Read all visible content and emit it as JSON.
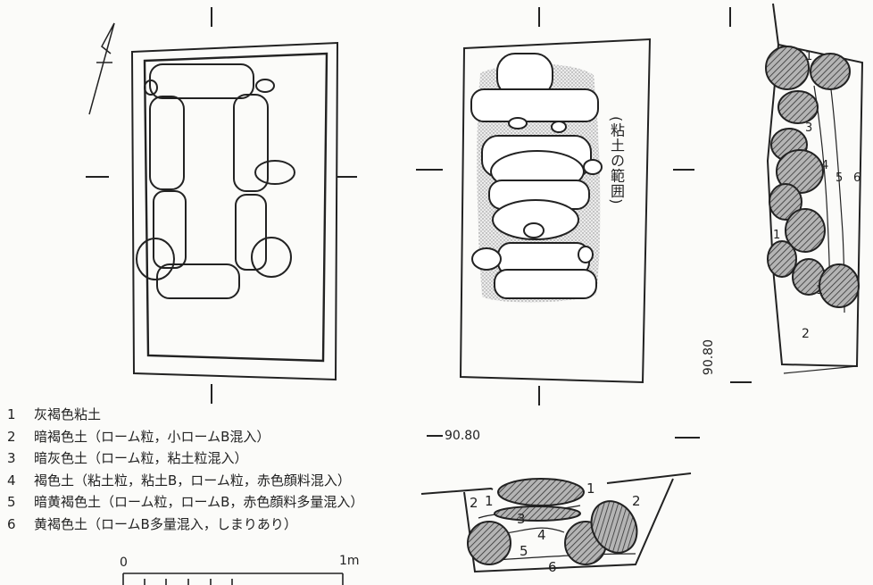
{
  "legend": [
    {
      "num": "1",
      "text": "灰褐色粘土"
    },
    {
      "num": "2",
      "text": "暗褐色土（ローム粒，小ロームB混入）"
    },
    {
      "num": "3",
      "text": "暗灰色土（ローム粒，粘土粒混入）"
    },
    {
      "num": "4",
      "text": "褐色土（粘土粒，粘土B，ローム粒，赤色顔料混入）"
    },
    {
      "num": "5",
      "text": "暗黄褐色土（ローム粒，ロームB，赤色顔料多量混入）"
    },
    {
      "num": "6",
      "text": "黄褐色土（ロームB多量混入，しまりあり）"
    }
  ],
  "clay_range_label": "(粘土の範囲)",
  "scale": {
    "start_label": "0",
    "end_label": "1m"
  },
  "elevation_horizontal": "90.80",
  "elevation_vertical": "90.80",
  "section_bottom_labels": {
    "l1": "1",
    "l2": "2",
    "l3": "3",
    "l4": "4",
    "l5": "5",
    "l6": "6",
    "r1": "1",
    "r2": "2"
  },
  "section_side_labels": {
    "s1a": "1",
    "s1b": "1",
    "s1c": "1",
    "s2": "2",
    "s3": "3",
    "s4": "4",
    "s5": "5",
    "s6": "6"
  },
  "colors": {
    "ink": "#222222",
    "hatch_fill": "#9a9a9a",
    "clay_stipple": "#c8c8c8"
  }
}
